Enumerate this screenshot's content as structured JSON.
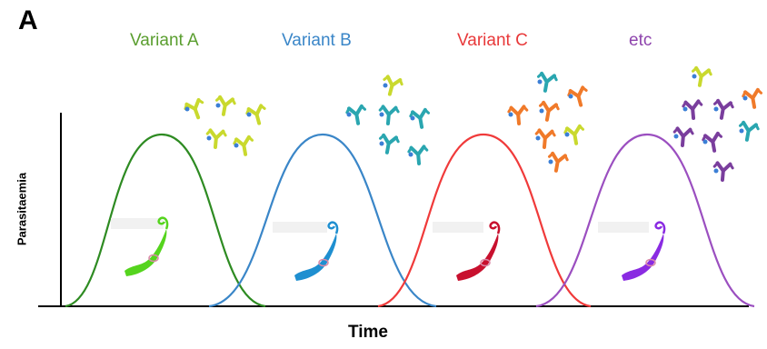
{
  "panel_label": "A",
  "y_axis_label": "Parasitaemia",
  "x_axis_label": "Time",
  "variants": [
    {
      "label": "Variant A",
      "color": "#5a9e2f",
      "curve_color": "#2e8b22",
      "antibody_color": "#c9d92e",
      "parasite_color": "#55d41e"
    },
    {
      "label": "Variant B",
      "color": "#3a86c8",
      "curve_color": "#3a86c8",
      "antibody_color": "#2aa6b0",
      "parasite_color": "#1f8fd0"
    },
    {
      "label": "Variant C",
      "color": "#e8393a",
      "curve_color": "#f03a3a",
      "antibody_color": "#f07a2a",
      "parasite_color": "#c8102e"
    },
    {
      "label": "etc",
      "color": "#8e44ad",
      "curve_color": "#9b4fc0",
      "antibody_color": "#7a3e9d",
      "parasite_color": "#8a2be2"
    }
  ],
  "extra_antibody_colors": {
    "yellow": "#c9d92e",
    "teal": "#2aa6b0",
    "orange": "#f07a2a"
  }
}
